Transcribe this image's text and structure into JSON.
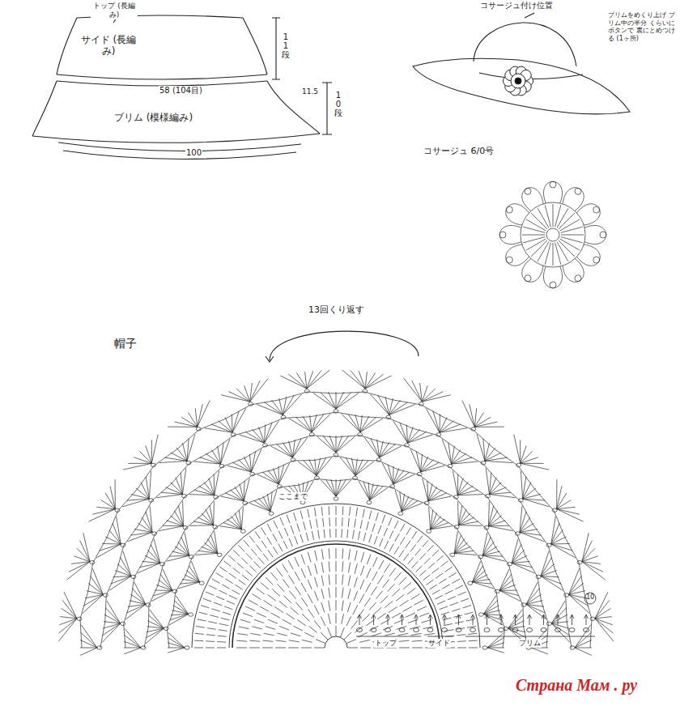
{
  "diagram": {
    "labels": [
      "トップ (長編み)",
      "サイド (長編み)",
      "11段",
      "58 (104目)",
      "11.5",
      "10段",
      "ブリム (模様編み)",
      "100",
      "コサージュ付け位置",
      "ブリムをめくり上げ ブリム中の半分 くらいにボタンで 裏にとめつける (1ヶ所)",
      "コサージュ 6/0号",
      "帽子",
      "13回くり返す",
      "ここまで",
      "トップ",
      "サイド",
      "ブリム",
      "10",
      "Страна Мам . ру"
    ]
  }
}
